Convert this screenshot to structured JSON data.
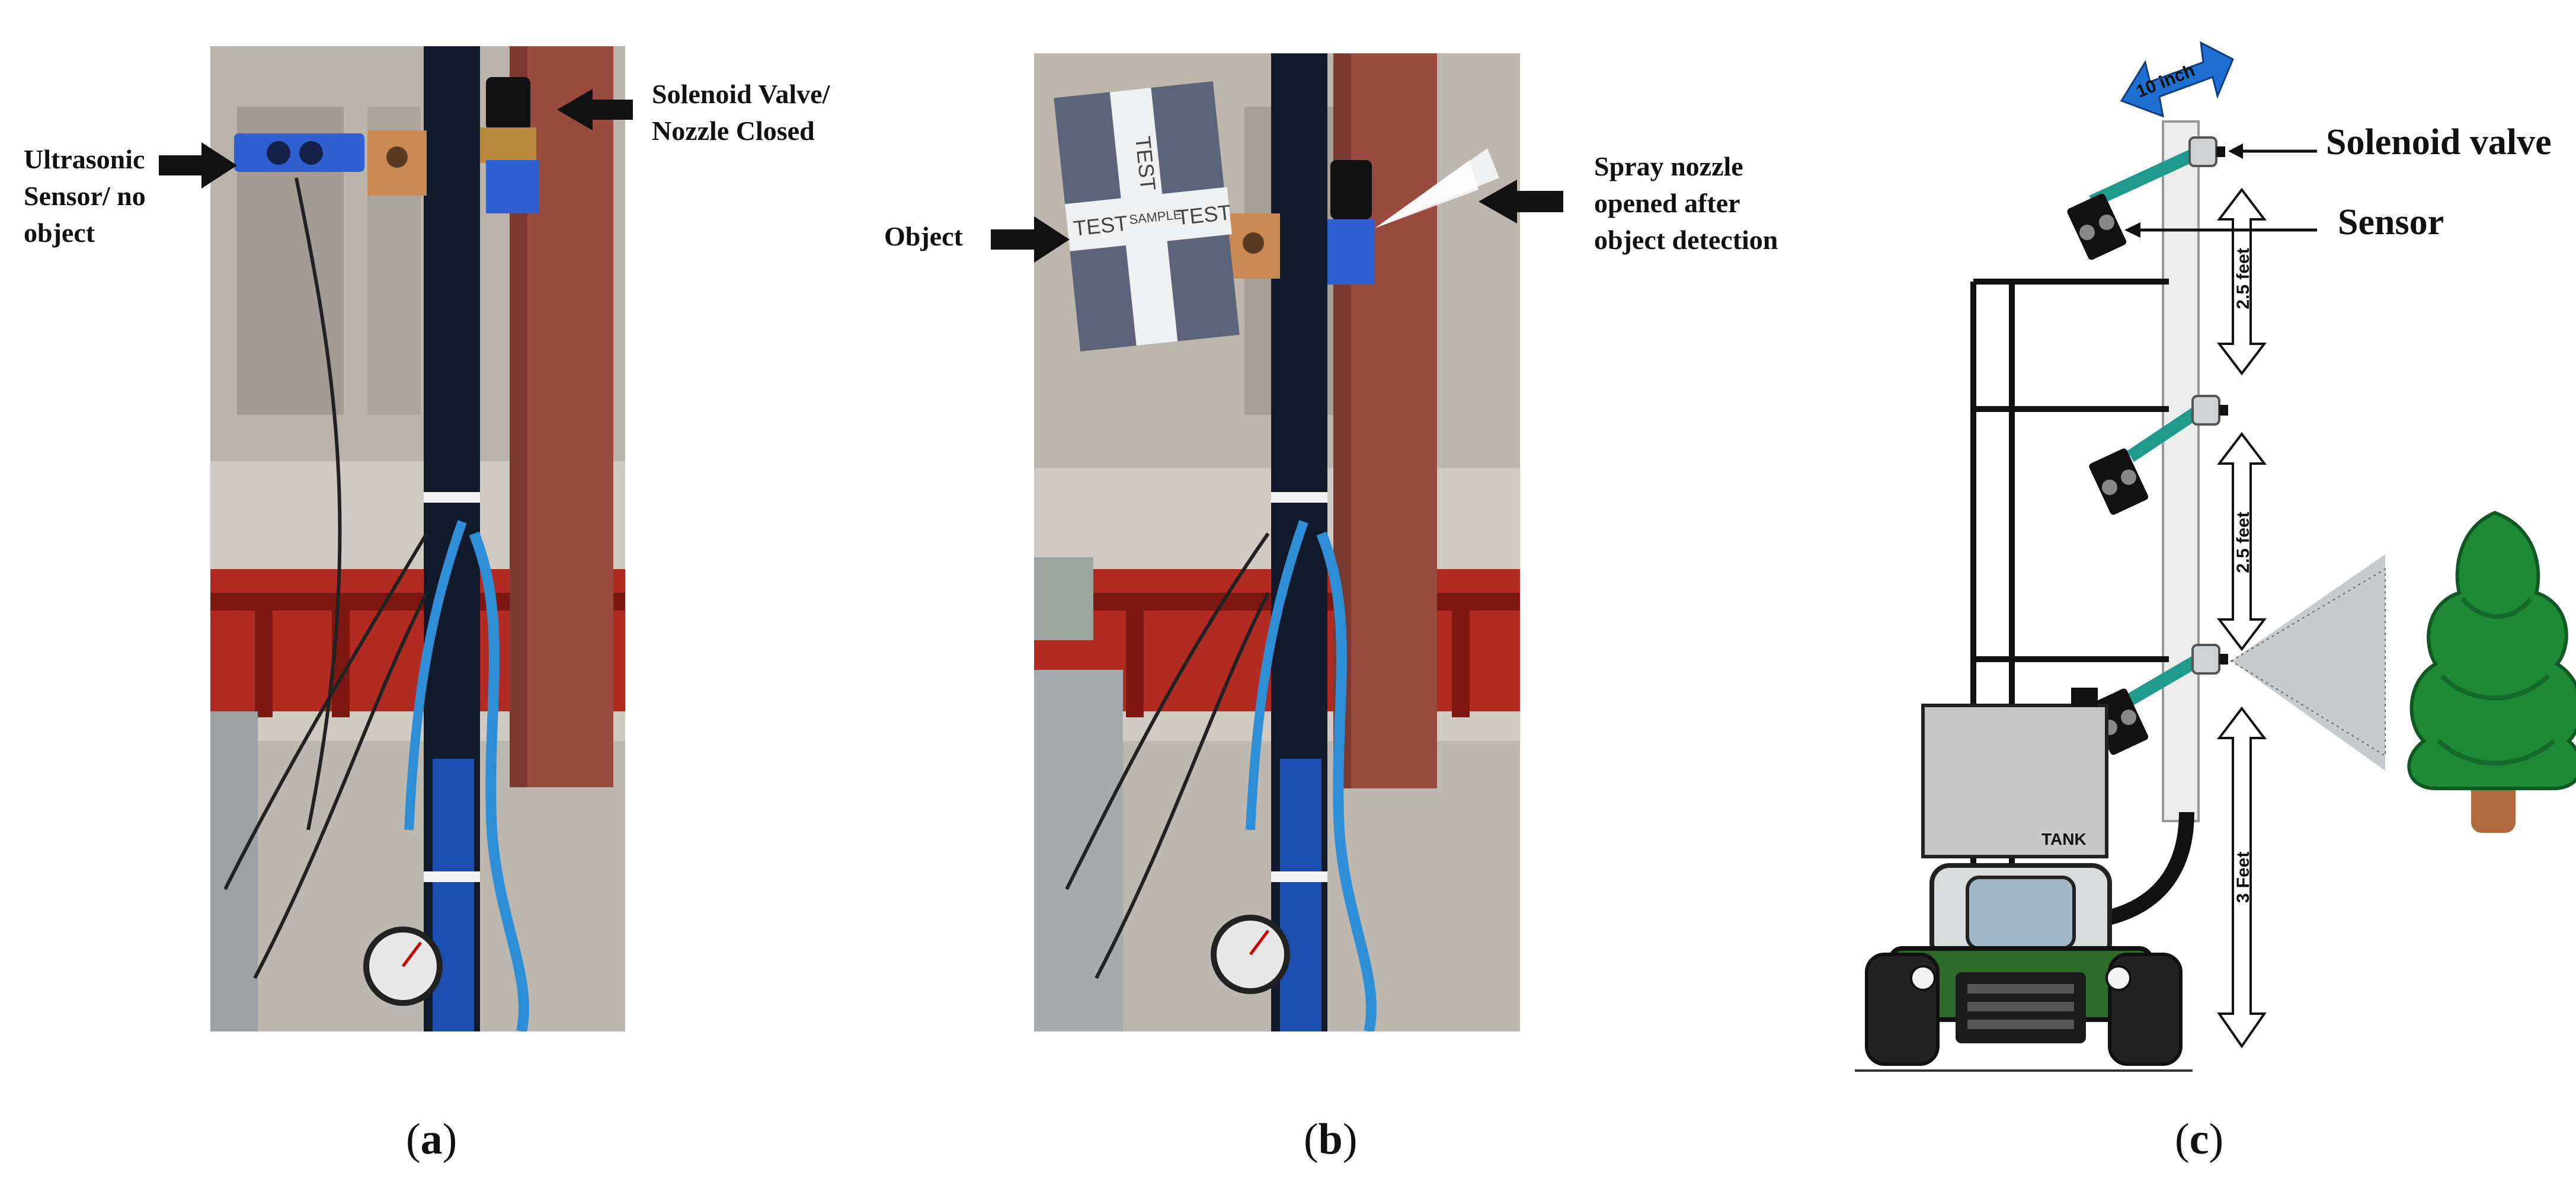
{
  "panels": {
    "a": {
      "caption_open": "(",
      "caption_letter": "a",
      "caption_close": ")",
      "callout_left_line1": "Ultrasonic",
      "callout_left_line2": "Sensor/ no",
      "callout_left_line3": "object",
      "callout_right_line1": "Solenoid Valve/",
      "callout_right_line2": "Nozzle Closed",
      "card_text": ""
    },
    "b": {
      "caption_open": "(",
      "caption_letter": "b",
      "caption_close": ")",
      "callout_left": "Object",
      "callout_right_line1": "Spray nozzle",
      "callout_right_line2": "opened after",
      "callout_right_line3": "object detection",
      "card_test_1": "TEST",
      "card_test_2": "TEST",
      "card_test_3": "TEST",
      "card_test_4": "SAMPLE"
    },
    "c": {
      "caption_open": "(",
      "caption_letter": "c",
      "caption_close": ")",
      "solenoid_label": "Solenoid valve",
      "sensor_label": "Sensor",
      "width_label": "10 inch",
      "spacing_1": "2.5 feet",
      "spacing_2": "2.5 feet",
      "height_label": "3 Feet",
      "tank_label": "TANK"
    }
  },
  "colors": {
    "arrow": "#111111",
    "pillar": "#9a4b40",
    "pole": "#111a2a",
    "hose": "#2f8fd6",
    "bracket": "#2f5fd0",
    "nozzle_arm": "#1f9a8c",
    "tree": "#1f8a35",
    "tractor": "#2f6b2a",
    "blue_arrow": "#1f6fd0"
  }
}
